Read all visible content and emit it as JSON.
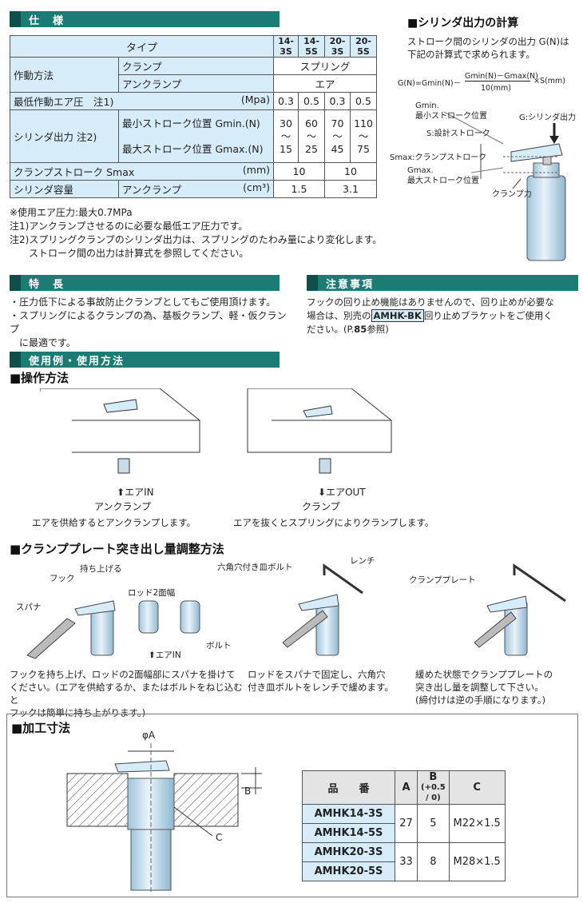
{
  "spec": {
    "heading": "仕　様",
    "type_label": "タイプ",
    "models": [
      "14-3S",
      "14-5S",
      "20-3S",
      "20-5S"
    ],
    "operation": {
      "label": "作動方法",
      "clamp": "クランプ",
      "clamp_value": "スプリング",
      "unclamp": "アンクランプ",
      "unclamp_value": "エア"
    },
    "min_pressure": {
      "label": "最低作動エア圧　注1)",
      "unit": "(Mpa)",
      "values": [
        "0.3",
        "0.5",
        "0.3",
        "0.5"
      ]
    },
    "output": {
      "label": "シリンダ出力 注2)",
      "min_label": "最小ストローク位置 Gmin.(N)",
      "max_label": "最大ストローク位置 Gmax.(N)",
      "min_values": [
        "30",
        "60",
        "70",
        "110"
      ],
      "tilde": "～",
      "max_values": [
        "15",
        "25",
        "45",
        "75"
      ]
    },
    "stroke": {
      "label": "クランプストローク Smax",
      "unit": "(mm)",
      "values": [
        "10",
        "10"
      ]
    },
    "capacity": {
      "label": "シリンダ容量",
      "sub": "アンクランプ",
      "unit": "(cm³)",
      "values": [
        "1.5",
        "3.1"
      ]
    },
    "notes": [
      "※使用エア圧力:最大0.7MPa",
      "注1)アンクランプさせるのに必要な最低エア圧力です。",
      "注2)スプリングクランプのシリンダ出力は、スプリングのたわみ量により変化します。",
      "　　ストローク間の出力は計算式を参照してください。"
    ]
  },
  "calc": {
    "heading": "■シリンダ出力の計算",
    "desc1": "ストローク間のシリンダの出力 G(N)は",
    "desc2": "下記の計算式で求められます。",
    "formula_left": "G(N)=Gmin(N)－",
    "formula_num": "Gmin(N)－Gmax(N)",
    "formula_den": "10(mm)",
    "formula_right": "×S(mm)",
    "labels": {
      "gmin": "Gmin.",
      "gmin_pos": "最小ストローク位置",
      "g_out": "G:シリンダ出力",
      "s": "S:設計ストローク",
      "smax": "Smax:クランプストローク",
      "gmax": "Gmax.",
      "gmax_pos": "最大ストローク位置",
      "force": "クランプ力"
    }
  },
  "features": {
    "heading": "特　長",
    "items": [
      "・圧力低下による事故防止クランプとしてもご使用頂けます。",
      "・スプリングによるクランプの為、基板クランプ、軽・仮クランプ",
      "　に最適です。"
    ]
  },
  "caution": {
    "heading": "注意事項",
    "line1": "フックの回り止め機能はありませんので、回り止めが必要な",
    "line2a": "場合は、別売の",
    "part": "AMHK-BK",
    "line2b": "回り止めブラケットをご使用く",
    "line3a": "ださい。(P.",
    "page": "85",
    "line3b": "参照)"
  },
  "usage": {
    "heading": "使用例・使用方法",
    "operation_heading": "■操作方法",
    "air_in": "エアIN",
    "air_out": "エアOUT",
    "unclamp": "アンクランプ",
    "clamp": "クランプ",
    "unclamp_desc": "エアを供給するとアンクランプします。",
    "clamp_desc": "エアを抜くとスプリングによりクランプします。"
  },
  "adjust": {
    "heading": "■クランププレート突き出し量調整方法",
    "labels": {
      "lift": "持ち上げる",
      "hook": "フック",
      "rod": "ロッド2面幅",
      "spanner": "スパナ",
      "air_in": "エアIN",
      "bolt": "ボルト",
      "hex_bolt": "六角穴付き皿ボルト",
      "wrench": "レンチ",
      "plate": "クランププレート"
    },
    "cap1": [
      "フックを持ち上げ、ロッドの2面幅部にスパナを掛けて",
      "ください。(エアを供給するか、またはボルトをねじ込むと",
      "フックは簡単に持ち上がります。)"
    ],
    "cap2": [
      "ロッドをスパナで固定し、六角穴",
      "付き皿ボルトをレンチで緩めます。"
    ],
    "cap3": [
      "緩めた状態でクランププレートの",
      "突き出し量を調整して下さい。",
      "(締付けは逆の手順になります。)"
    ]
  },
  "machining": {
    "heading": "■加工寸法",
    "phi_a": "φA",
    "b": "B",
    "c": "C",
    "table": {
      "h_part": "品　　番",
      "h_a": "A",
      "h_b": "B",
      "h_b_tol": "(+0.5 / 0)",
      "h_c": "C",
      "rows": [
        {
          "parts": [
            "AMHK14-3S",
            "AMHK14-5S"
          ],
          "a": "27",
          "b": "5",
          "c": "M22×1.5"
        },
        {
          "parts": [
            "AMHK20-3S",
            "AMHK20-5S"
          ],
          "a": "33",
          "b": "8",
          "c": "M28×1.5"
        }
      ]
    }
  },
  "colors": {
    "accent": "#1b7c73",
    "cell": "#d6ecf8",
    "part": "#0e4f49"
  }
}
